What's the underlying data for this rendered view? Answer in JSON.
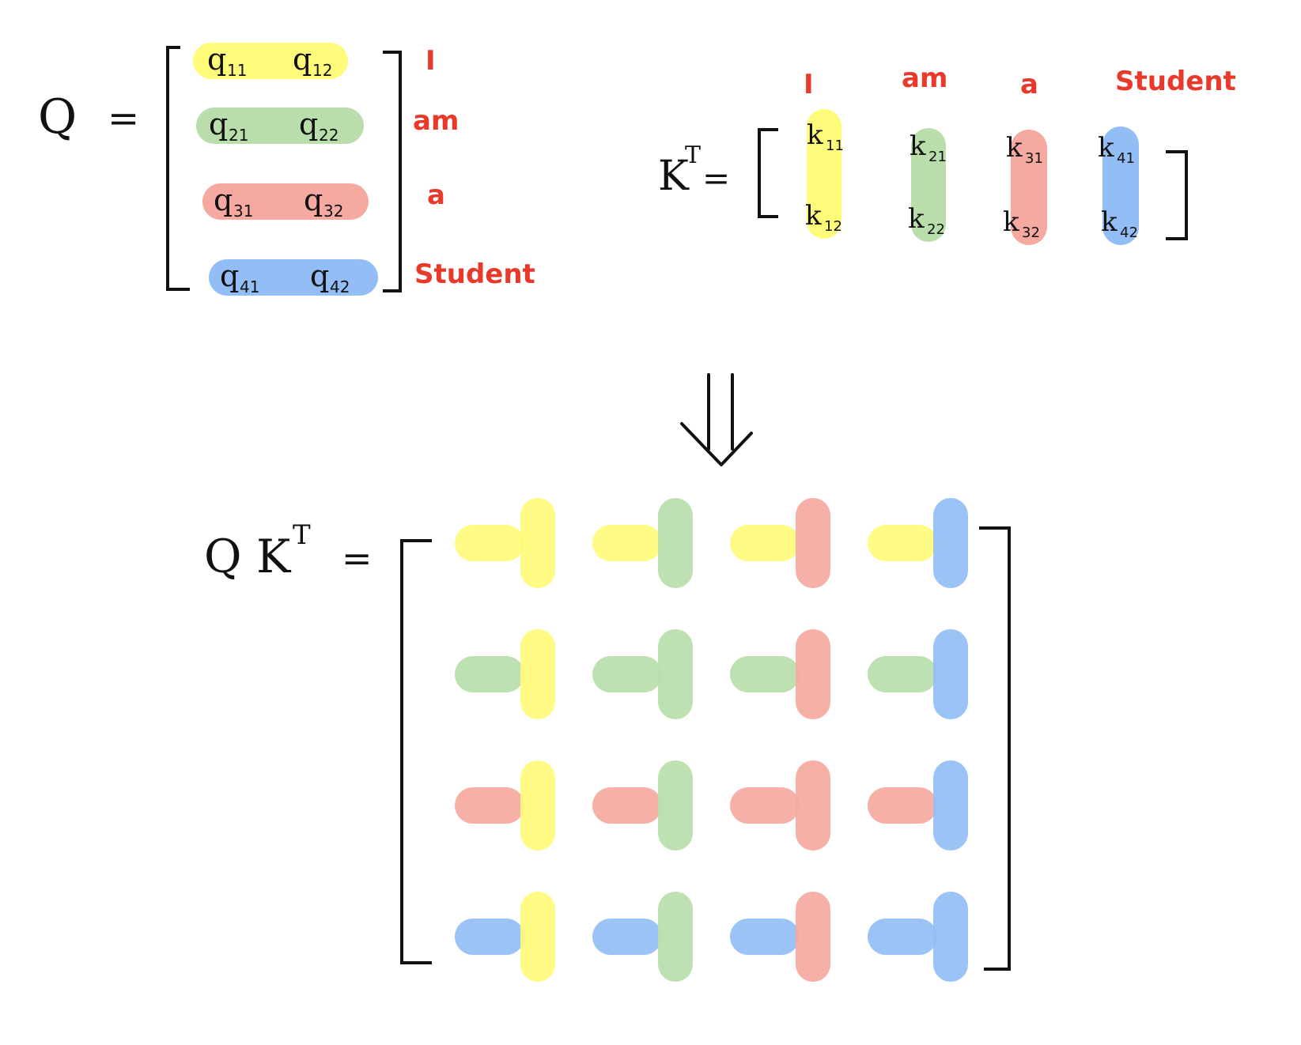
{
  "q_matrix": {
    "symbol": "Q",
    "equals": "=",
    "rows": [
      {
        "word": "I",
        "e1": {
          "base": "q",
          "sub": "11"
        },
        "e2": {
          "base": "q",
          "sub": "12"
        }
      },
      {
        "word": "am",
        "e1": {
          "base": "q",
          "sub": "21"
        },
        "e2": {
          "base": "q",
          "sub": "22"
        }
      },
      {
        "word": "a",
        "e1": {
          "base": "q",
          "sub": "31"
        },
        "e2": {
          "base": "q",
          "sub": "32"
        }
      },
      {
        "word": "Student",
        "e1": {
          "base": "q",
          "sub": "41"
        },
        "e2": {
          "base": "q",
          "sub": "42"
        }
      }
    ]
  },
  "kt_matrix": {
    "symbol": "K",
    "superscript": "T",
    "equals": "=",
    "cols": [
      {
        "word": "I",
        "e1": {
          "base": "k",
          "sub": "11"
        },
        "e2": {
          "base": "k",
          "sub": "12"
        }
      },
      {
        "word": "am",
        "e1": {
          "base": "k",
          "sub": "21"
        },
        "e2": {
          "base": "k",
          "sub": "22"
        }
      },
      {
        "word": "a",
        "e1": {
          "base": "k",
          "sub": "31"
        },
        "e2": {
          "base": "k",
          "sub": "32"
        }
      },
      {
        "word": "Student",
        "e1": {
          "base": "k",
          "sub": "41"
        },
        "e2": {
          "base": "k",
          "sub": "42"
        }
      }
    ]
  },
  "result": {
    "symbol": "Q K",
    "superscript": "T",
    "equals": "=",
    "rows": 4,
    "cols": 4
  },
  "colors": {
    "word": "#e8392b",
    "token_1": "#fffb7a",
    "token_2": "#b9deac",
    "token_3": "#f5a9a0",
    "token_4": "#93bef5"
  }
}
